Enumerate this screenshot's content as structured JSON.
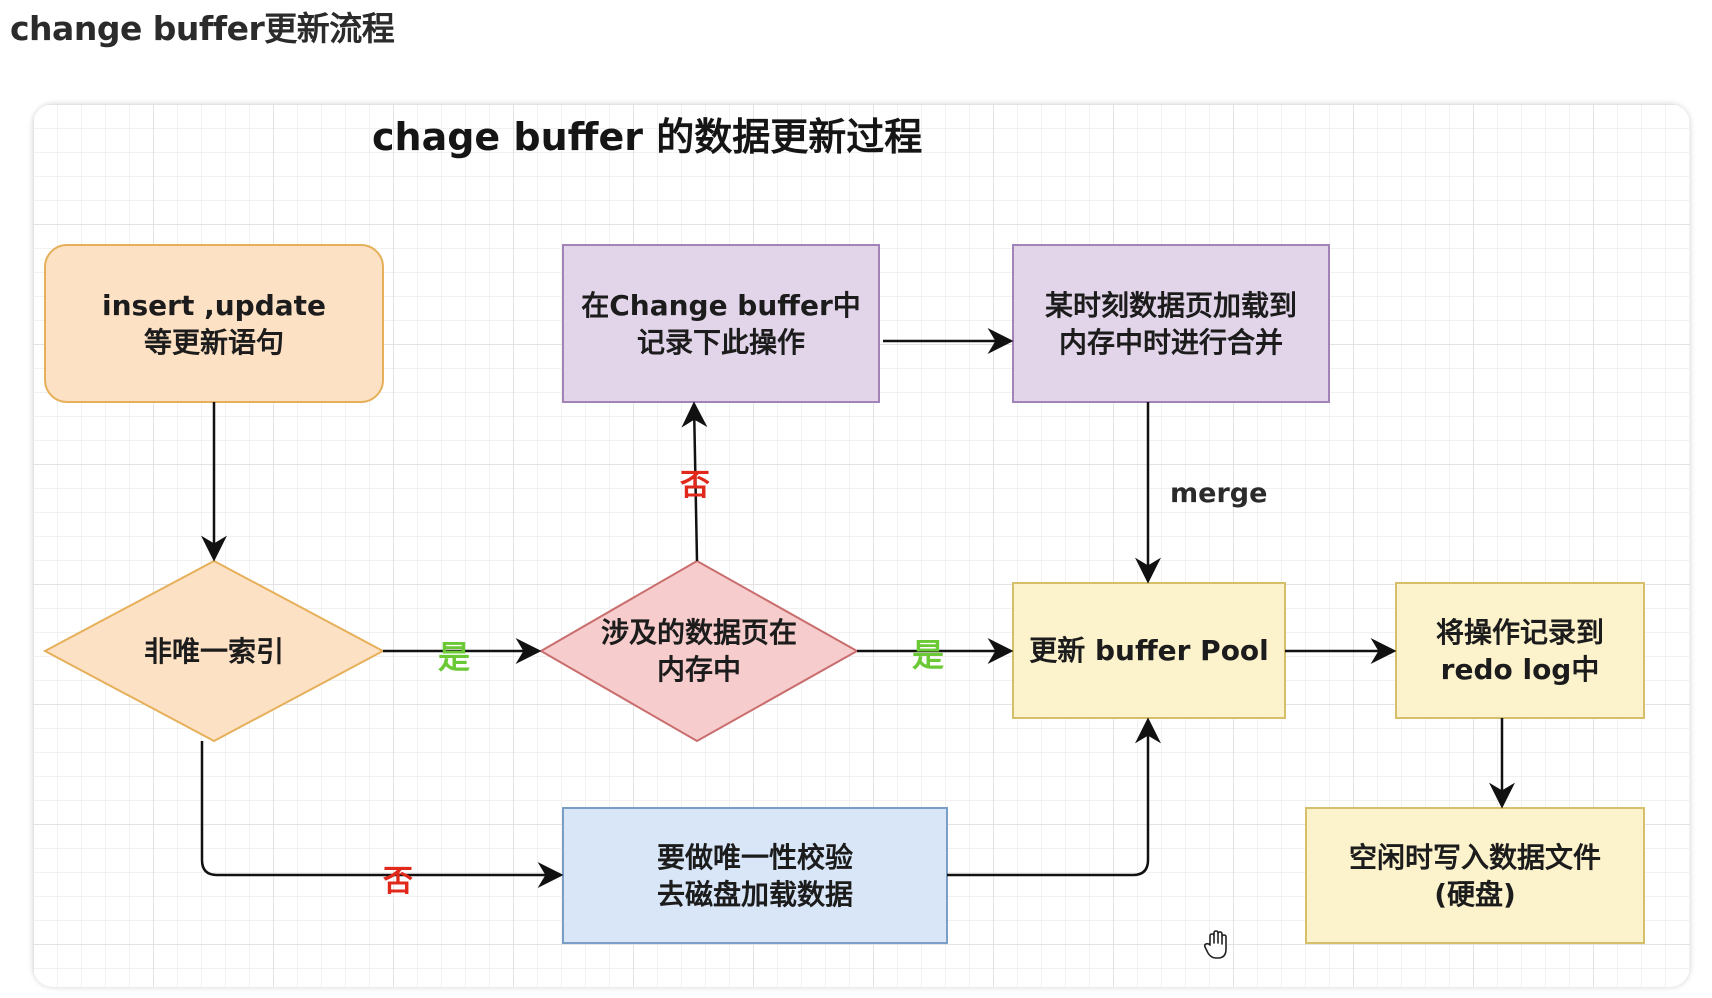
{
  "page": {
    "title": "change buffer更新流程"
  },
  "diagram": {
    "title": "chage buffer 的数据更新过程",
    "nodes": {
      "start": {
        "line1": "insert ,update",
        "line2": "等更新语句"
      },
      "non_unique": {
        "line1": "非唯一索引"
      },
      "page_in_mem": {
        "line1": "涉及的数据页在",
        "line2": "内存中"
      },
      "record_cb": {
        "line1": "在Change buffer中",
        "line2": "记录下此操作"
      },
      "load_merge": {
        "line1": "某时刻数据页加载到",
        "line2": "内存中时进行合并"
      },
      "update_pool": {
        "line1": "更新 buffer Pool"
      },
      "redo_log": {
        "line1": "将操作记录到",
        "line2": "redo log中"
      },
      "unique_check": {
        "line1": "要做唯一性校验",
        "line2": "去磁盘加载数据"
      },
      "write_disk": {
        "line1": "空闲时写入数据文件",
        "line2": "(硬盘)"
      }
    },
    "edges": {
      "yes_1": "是",
      "yes_2": "是",
      "no_1": "否",
      "no_2": "否",
      "merge": "merge"
    },
    "colors": {
      "start_fill": "#fde1c4",
      "start_stroke": "#e6b05a",
      "decision_fill": "#fde1c4",
      "decision_stroke": "#e6b05a",
      "page_decision_fill": "#f6cccc",
      "page_decision_stroke": "#c96d6d",
      "purple_fill": "#e2d5ea",
      "purple_stroke": "#a183b7",
      "yellow_fill": "#fcf2cc",
      "yellow_stroke": "#d6bf6a",
      "blue_fill": "#d8e6f8",
      "blue_stroke": "#7b9ec7",
      "yes_label": "#6bc935",
      "no_label": "#e0281b"
    }
  },
  "cursor": {
    "icon": "hand-pointer-icon"
  }
}
